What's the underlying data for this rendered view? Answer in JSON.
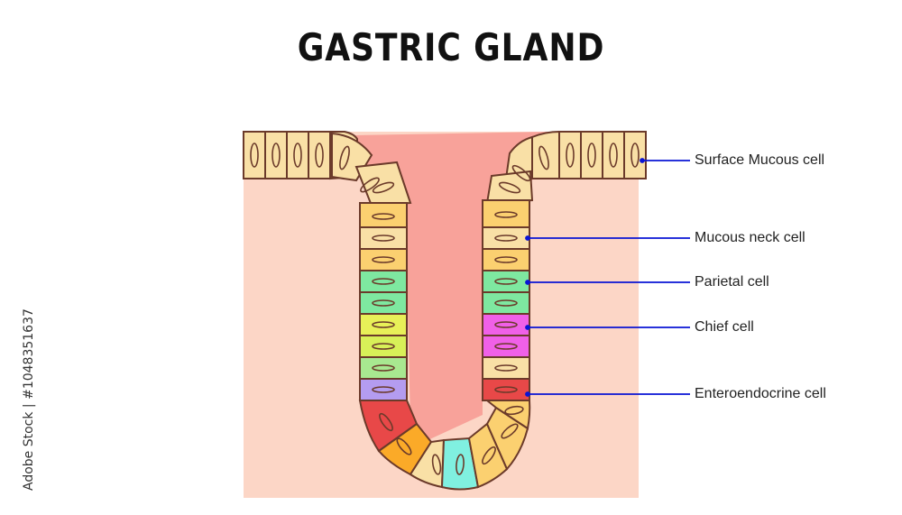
{
  "title": "GASTRIC GLAND",
  "labels": {
    "surface_mucous": "Surface Mucous cell",
    "mucous_neck": "Mucous neck cell",
    "parietal": "Parietal cell",
    "chief": "Chief cell",
    "enteroendocrine": "Enteroendocrine cell"
  },
  "watermark": "Adobe Stock | #1048351637",
  "colors": {
    "tissue": "#fcd6c6",
    "lumen": "#f8a29a",
    "outline": "#6b3a2a",
    "pointer": "#0a14d4",
    "surface_mucous": "#f9e0a6",
    "mucous_neck": "#fbd070",
    "parietal": "#7ee8a0",
    "chief": "#f060e8",
    "enteroendocrine": "#e84848"
  }
}
